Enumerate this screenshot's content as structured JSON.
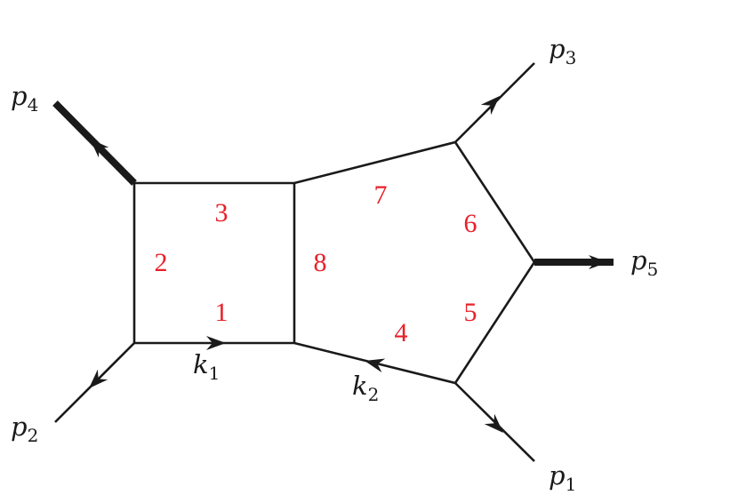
{
  "diagram": {
    "external_momenta": [
      {
        "id": "p4",
        "base": "p",
        "sub": "4",
        "massive": true,
        "arrow": "outgoing"
      },
      {
        "id": "p3",
        "base": "p",
        "sub": "3",
        "massive": false,
        "arrow": "outgoing"
      },
      {
        "id": "p5",
        "base": "p",
        "sub": "5",
        "massive": true,
        "arrow": "outgoing"
      },
      {
        "id": "p2",
        "base": "p",
        "sub": "2",
        "massive": false,
        "arrow": "outgoing"
      },
      {
        "id": "p1",
        "base": "p",
        "sub": "1",
        "massive": false,
        "arrow": "outgoing"
      }
    ],
    "loop_momenta": [
      {
        "id": "k1",
        "base": "k",
        "sub": "1"
      },
      {
        "id": "k2",
        "base": "k",
        "sub": "2"
      }
    ],
    "propagator_labels": [
      "1",
      "2",
      "3",
      "4",
      "5",
      "6",
      "7",
      "8"
    ],
    "colors": {
      "lines": "#1a1a1a",
      "propagator_labels": "#e8202a"
    }
  }
}
